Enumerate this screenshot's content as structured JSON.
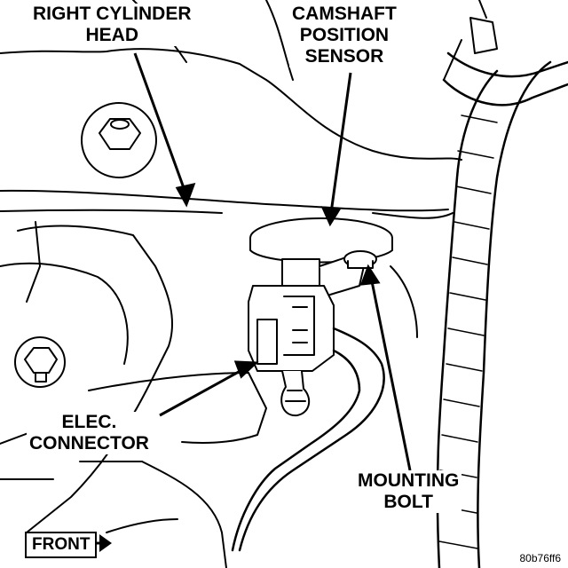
{
  "labels": {
    "right_cylinder_head": [
      "RIGHT CYLINDER",
      "HEAD"
    ],
    "camshaft_position_sensor": [
      "CAMSHAFT",
      "POSITION",
      "SENSOR"
    ],
    "elec_connector": [
      "ELEC.",
      "CONNECTOR"
    ],
    "mounting_bolt": [
      "MOUNTING",
      "BOLT"
    ],
    "front": "FRONT"
  },
  "figure_code": "80b76ff6",
  "colors": {
    "line": "#000000",
    "background": "#ffffff"
  }
}
